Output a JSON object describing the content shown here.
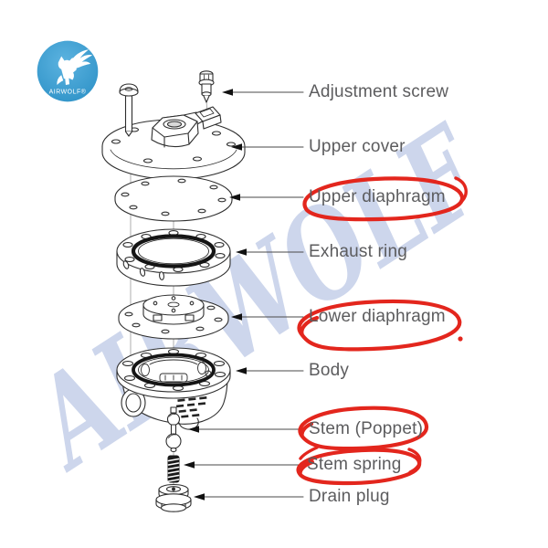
{
  "page": {
    "background": "#ffffff"
  },
  "logo": {
    "brand": "AIRWOLF®",
    "icon": "winged-wolf-icon",
    "bg_color": "#3a9fd3"
  },
  "watermark": {
    "text": "AIRWOLF",
    "color": "#b9c6e4"
  },
  "diagram": {
    "type": "exploded-assembly-diagram",
    "subject": "valve / regulator exploded parts view",
    "annotation_color": "#e3261d",
    "line_color": "#2e2e2e",
    "parts": [
      {
        "label": "Adjustment screw",
        "circled": false
      },
      {
        "label": "Upper cover",
        "circled": false
      },
      {
        "label": "Upper diaphragm",
        "circled": true
      },
      {
        "label": "Exhaust ring",
        "circled": false
      },
      {
        "label": "Lower diaphragm",
        "circled": true
      },
      {
        "label": "Body",
        "circled": false
      },
      {
        "label": "Stem (Poppet)",
        "circled": true
      },
      {
        "label": "Stem spring",
        "circled": true
      },
      {
        "label": "Drain plug",
        "circled": false
      }
    ]
  }
}
